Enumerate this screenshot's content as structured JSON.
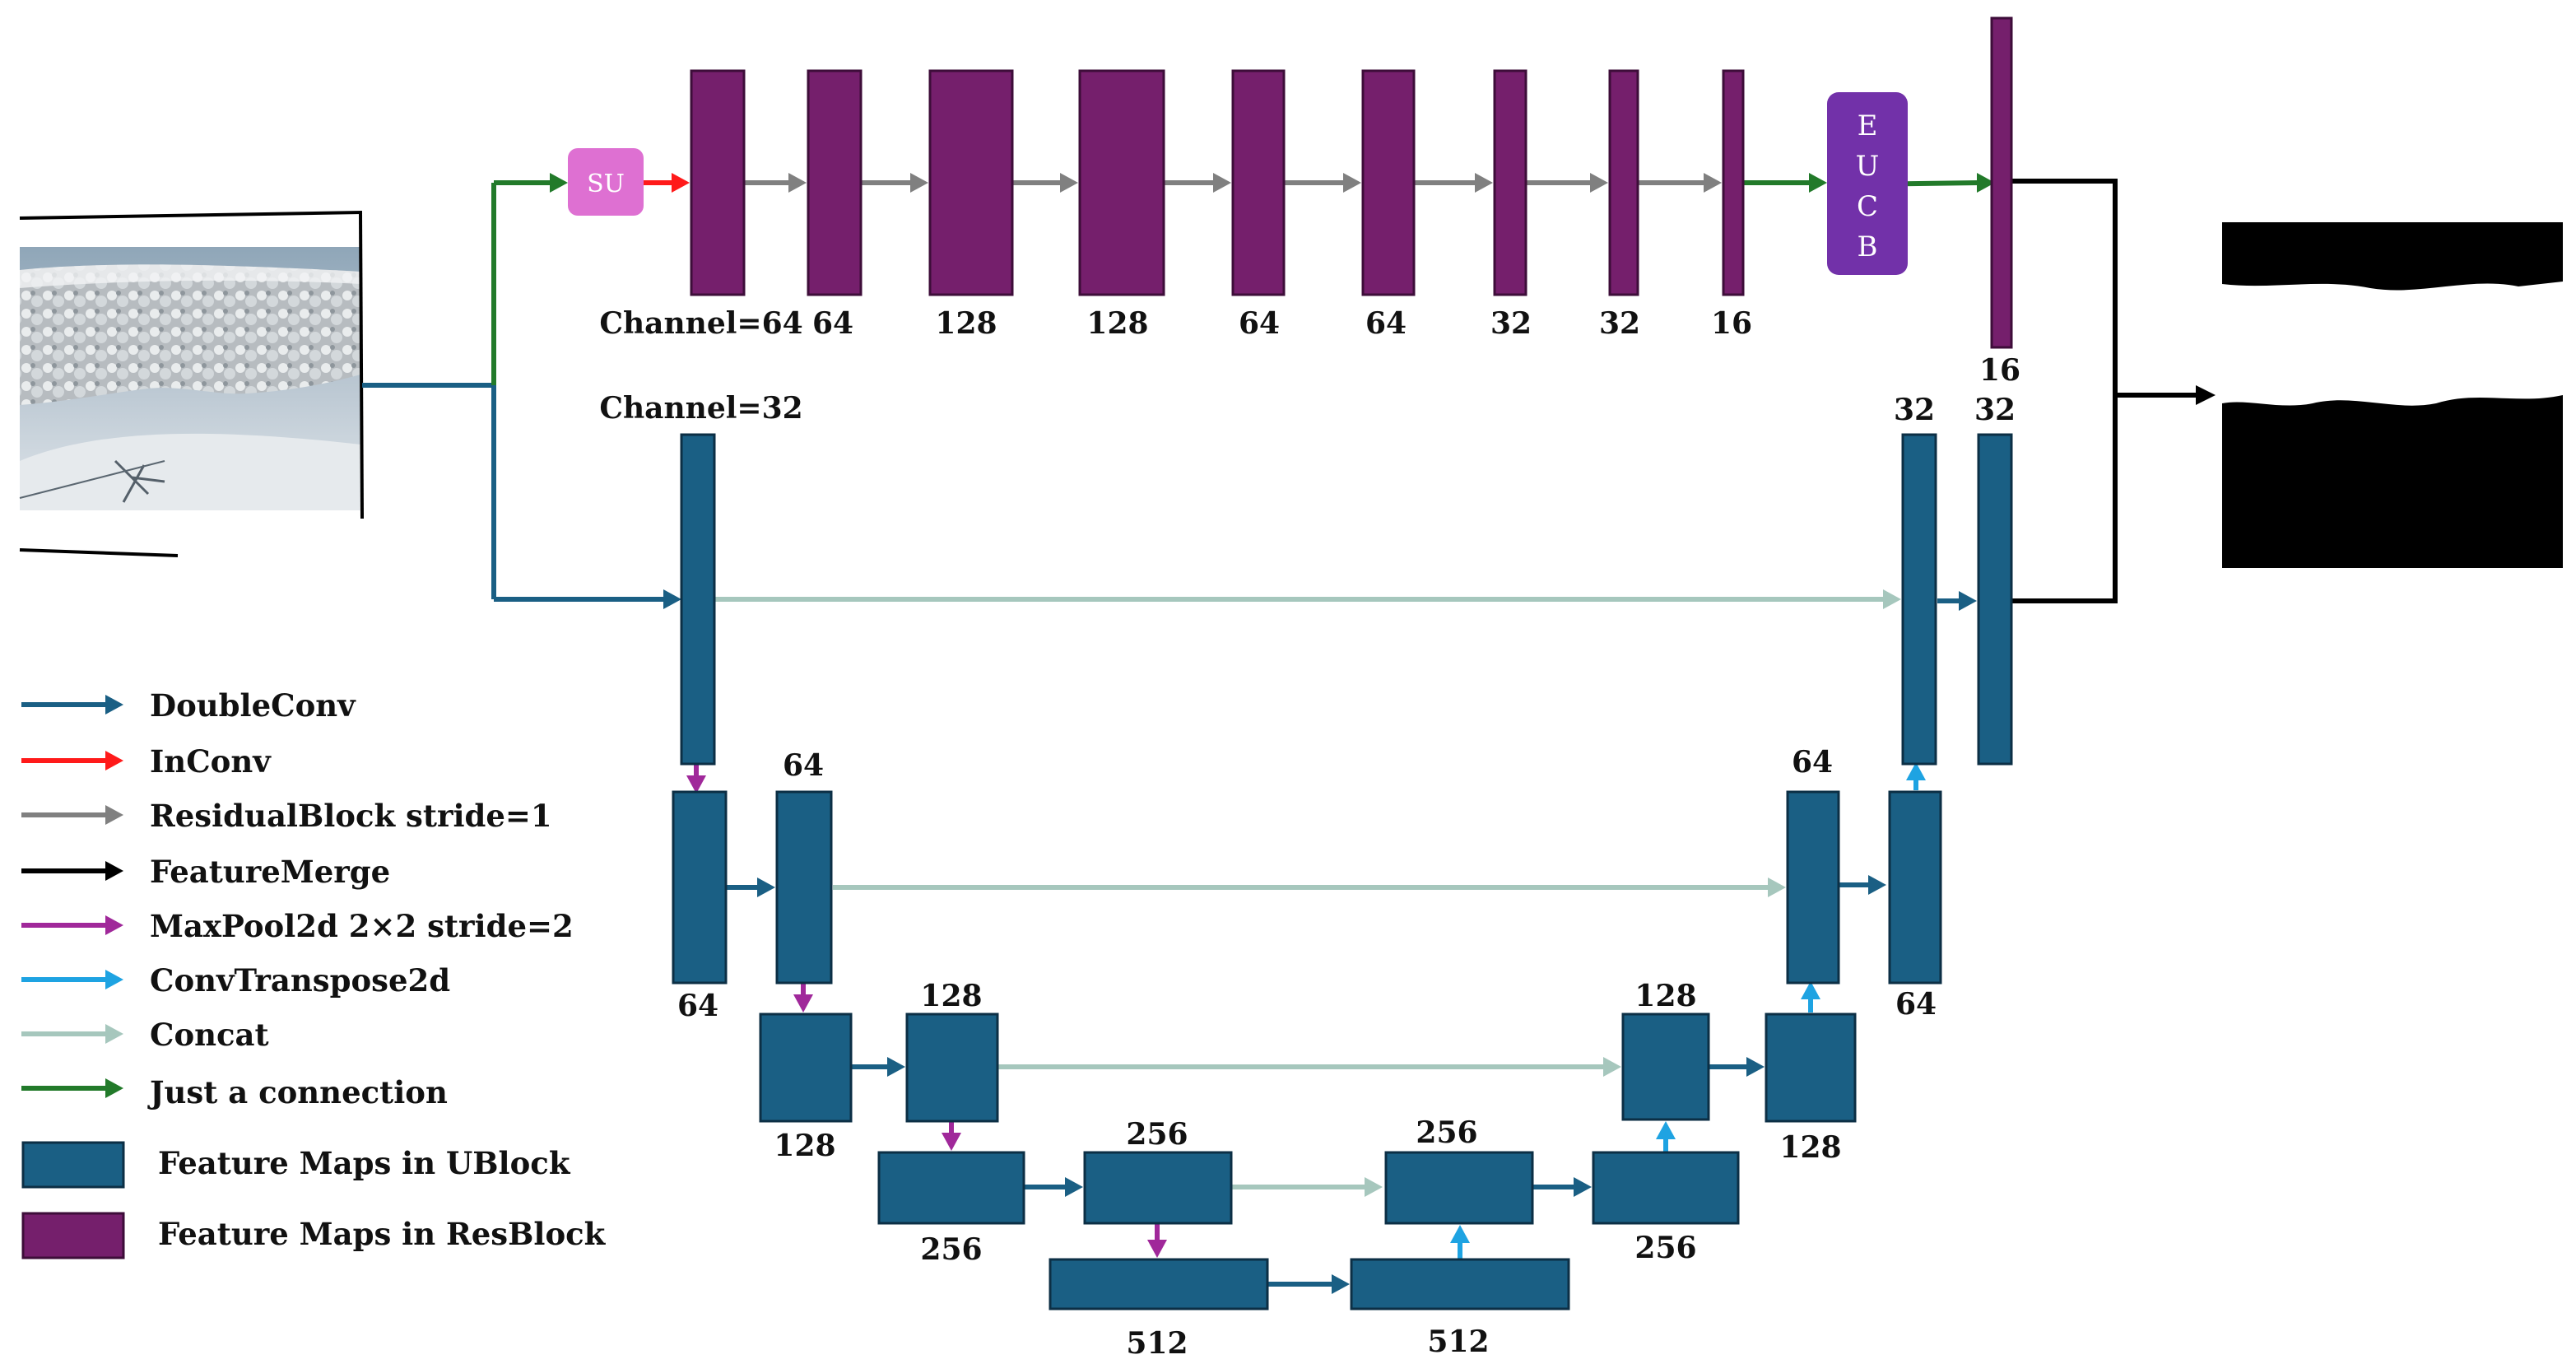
{
  "colors": {
    "double_conv": "#1a5f84",
    "in_conv": "#ff1a1a",
    "residual_block": "#808080",
    "feature_merge": "#000000",
    "maxpool": "#a0289a",
    "conv_transpose": "#1ea3e2",
    "concat": "#a6c7bd",
    "connection": "#227a2a",
    "ublock_fill": "#1a5f84",
    "resblock_fill": "#751f6c",
    "su_fill": "#de70d2",
    "eucb_fill": "#7231a9"
  },
  "modules": {
    "su": "SU",
    "eucb_letters": [
      "E",
      "U",
      "C",
      "B"
    ]
  },
  "resblock": {
    "labels": [
      "Channel=64",
      "64",
      "128",
      "128",
      "64",
      "64",
      "32",
      "32",
      "16"
    ],
    "output_label": "16"
  },
  "ublock": {
    "input_label": "Channel=32",
    "enc1_label": "64",
    "enc2_label": "64",
    "enc3_label": "128",
    "enc4_label": "128",
    "enc5_label": "256",
    "enc6_label": "256",
    "bottom1_label": "512",
    "bottom2_label": "512",
    "dec1_label": "256",
    "dec2_label": "256",
    "dec3_label": "128",
    "dec4_label": "128",
    "dec5_label": "64",
    "dec6_label": "64",
    "out1_label": "32",
    "out2_label": "32"
  },
  "legend": {
    "items": [
      {
        "label": "DoubleConv",
        "color": "#1a5f84"
      },
      {
        "label": "InConv",
        "color": "#ff1a1a"
      },
      {
        "label": "ResidualBlock stride=1",
        "color": "#808080"
      },
      {
        "label": "FeatureMerge",
        "color": "#000000"
      },
      {
        "label": "MaxPool2d 2×2 stride=2",
        "color": "#a0289a"
      },
      {
        "label": "ConvTranspose2d",
        "color": "#1ea3e2"
      },
      {
        "label": "Concat",
        "color": "#a6c7bd"
      },
      {
        "label": "Just a connection",
        "color": "#227a2a"
      }
    ],
    "box_items": [
      {
        "label": "Feature Maps in UBlock",
        "color": "#1a5f84"
      },
      {
        "label": "Feature Maps in ResBlock",
        "color": "#751f6c"
      }
    ]
  }
}
